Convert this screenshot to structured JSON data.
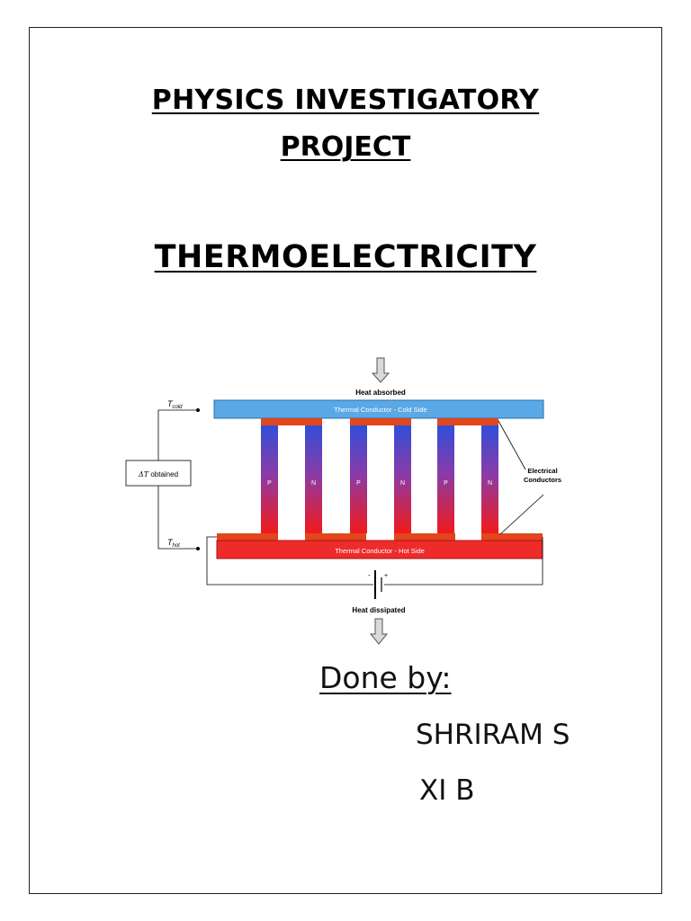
{
  "title_line1": "PHYSICS INVESTIGATORY",
  "title_line2": "PROJECT",
  "subtitle": "THERMOELECTRICITY",
  "diagram": {
    "heat_absorbed": "Heat absorbed",
    "cold_side": "Thermal Conductor - Cold Side",
    "hot_side": "Thermal Conductor - Hot Side",
    "heat_dissipated": "Heat dissipated",
    "electrical_conductors_l1": "Electrical",
    "electrical_conductors_l2": "Conductors",
    "t_cold_sym": "T",
    "t_cold_sub": "cold",
    "t_hot_sym": "T",
    "t_hot_sub": "hot",
    "delta_t_sym": "ΔT",
    "delta_t_text": "obtained",
    "battery_minus": "-",
    "battery_plus": "+",
    "legs": [
      "P",
      "N",
      "P",
      "N",
      "P",
      "N"
    ],
    "colors": {
      "cold_plate": "#5aa9e6",
      "hot_plate": "#ee2b2b",
      "conductor": "#e2461c",
      "leg_top": "#2f4fd8",
      "leg_bottom": "#f21a1a",
      "arrow_fill": "#d9d9d9"
    }
  },
  "done_by": "Done by:",
  "student_name": "SHRIRAM S",
  "student_class": "XI B"
}
